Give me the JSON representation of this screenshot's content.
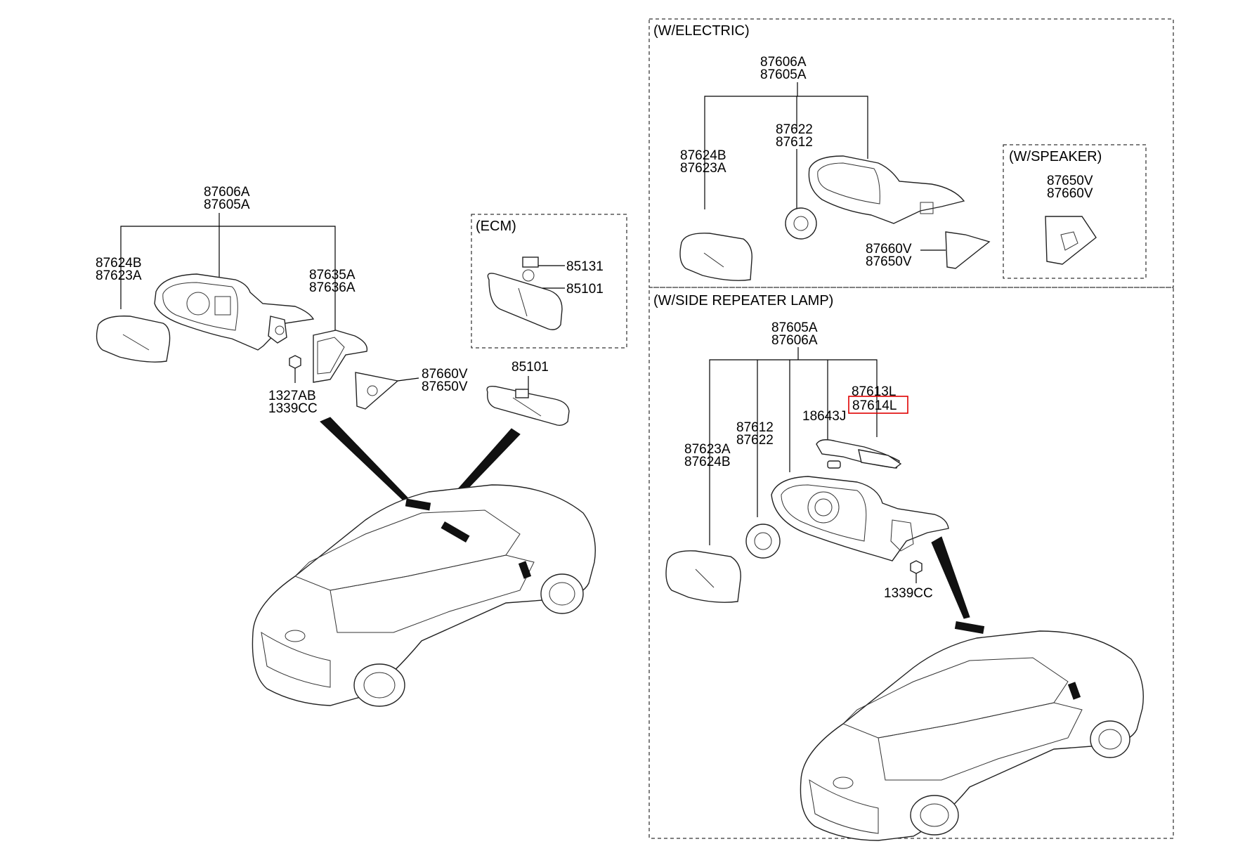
{
  "frames": {
    "electric": "(W/ELECTRIC)",
    "speaker": "(W/SPEAKER)",
    "side_repeater": "(W/SIDE REPEATER LAMP)",
    "ecm": "(ECM)"
  },
  "left": {
    "assy": [
      "87606A",
      "87605A"
    ],
    "glass": [
      "87624B",
      "87623A"
    ],
    "cover": [
      "87635A",
      "87636A"
    ],
    "garnish": [
      "87660V",
      "87650V"
    ],
    "nut": [
      "1327AB",
      "1339CC"
    ],
    "inside_mirror": "85101"
  },
  "ecm": {
    "cover": "85131",
    "mirror": "85101"
  },
  "electric": {
    "assy": [
      "87606A",
      "87605A"
    ],
    "actuator": [
      "87622",
      "87612"
    ],
    "glass": [
      "87624B",
      "87623A"
    ],
    "garnish": [
      "87660V",
      "87650V"
    ]
  },
  "speaker": {
    "garnish": [
      "87650V",
      "87660V"
    ]
  },
  "repeater": {
    "assy": [
      "87605A",
      "87606A"
    ],
    "lamp": [
      "87613L",
      "87614L"
    ],
    "bulb": "18643J",
    "actuator": [
      "87612",
      "87622"
    ],
    "glass": [
      "87623A",
      "87624B"
    ],
    "nut": "1339CC"
  },
  "highlight_color": "#e00000"
}
